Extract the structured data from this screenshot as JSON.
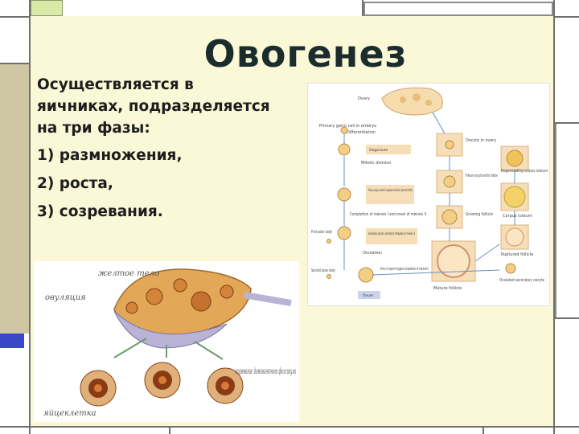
{
  "slide": {
    "title": "Овогенез",
    "intro": "Осуществляется в яичниках, подразделяется на три фазы:",
    "phases": [
      "1) размножения,",
      "2) роста,",
      "3) созревания."
    ]
  },
  "figure_right": {
    "labels": {
      "ovary": "Ovary",
      "primary_germ_cell": "Primary germ cell in embryo",
      "differentiation": "Differentiation",
      "oogonium": "Oogonium",
      "mitotic_division": "Mitotic division",
      "primary_oocyte": "Primary oocyte, arrested in prophase of meiosis I (present at birth)",
      "completion_meiosis": "Completion of meiosis I and onset of meiosis II",
      "secondary_oocyte": "Secondary oocyte, arrested at metaphase of meiosis II",
      "first_polar_body": "First polar body",
      "ovulation": "Ovulation",
      "second_polar_body": "Second polar body",
      "sperm_entry": "Entry of sperm triggers completion of meiosis II",
      "ovum": "Ovum",
      "oocyte_in_ovary": "Oocyte in ovary",
      "primary_follicle": "Primary oocyte within follicle",
      "growing_follicle": "Growing follicle",
      "mature_follicle": "Mature follicle",
      "degenerating": "Degenerating corpus luteum",
      "corpus_luteum": "Corpus luteum",
      "ruptured": "Ruptured follicle",
      "ovulated": "Ovulated secondary oocyte"
    }
  },
  "figure_left": {
    "labels": {
      "corpus_luteum": "желтое тело",
      "ovary": "овуляция",
      "follicle": "созревание доминантного фолликула",
      "egg": "яйцеклетка"
    }
  },
  "colors": {
    "panel": "#fbf8d8",
    "title": "#1a2c2c",
    "accent_green": "#d8eaa8",
    "accent_blue": "#3848c8",
    "cell": "#f3cf86",
    "callout": "#f6deb8"
  }
}
